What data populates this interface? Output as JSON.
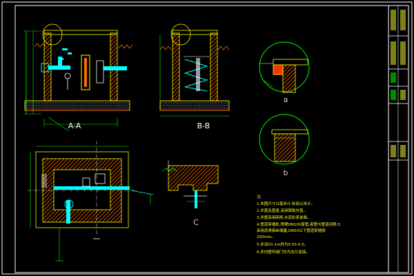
{
  "sections": {
    "a_a": "A-A",
    "b_b": "B-B",
    "c": "C"
  },
  "details": {
    "a": "a",
    "b": "b"
  },
  "notes": {
    "heading": "注:",
    "lines": [
      "1.本图尺寸以毫米计,标高以米计。",
      "2.井盖及盖座,采用铸铁井盖。",
      "3.井壁采用砖砌,水泥砂浆抹面。",
      "4.管道穿墙处,预埋DN100套管,套管与管道间隙:3",
      "  采用沥青麻丝填塞,DN50以下管道穿墙按",
      "  250mm。",
      "5.井深H1-1m时为0.55-0.5。",
      "6.井内管件阀门均为法兰连接。"
    ]
  },
  "colors": {
    "background": "#000000",
    "wall": "#ff6a00",
    "outline": "#ffff00",
    "dimension": "#00ff00",
    "pipe": "#00ffff",
    "border": "#ffffff",
    "text": "#ffff33"
  }
}
